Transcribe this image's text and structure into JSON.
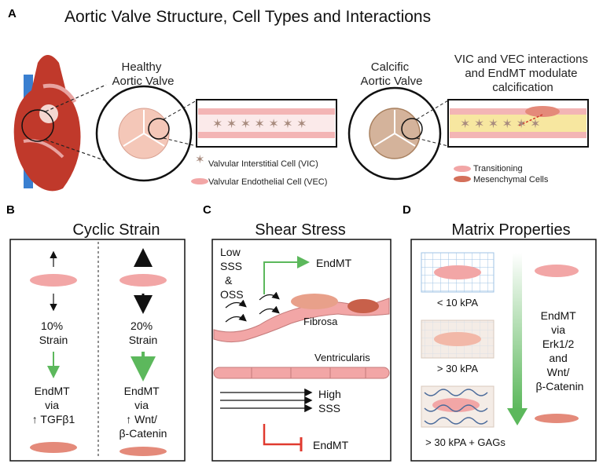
{
  "panelA": {
    "letter": "A",
    "title": "Aortic Valve Structure, Cell Types and Interactions",
    "healthy_label": [
      "Healthy",
      "Aortic Valve"
    ],
    "calcific_label": [
      "Calcific",
      "Aortic Valve"
    ],
    "interactions_label": [
      "VIC and VEC interactions",
      "and EndMT modulate",
      "calcification"
    ],
    "legend_vic": "Valvular Interstitial Cell (VIC)",
    "legend_vec": "Valvular Endothelial Cell (VEC)",
    "legend_transitioning": [
      "Transitioning",
      "Mesenchymal Cells"
    ]
  },
  "panelB": {
    "letter": "B",
    "title": "Cyclic Strain",
    "left_strain": [
      "10%",
      "Strain"
    ],
    "left_result": [
      "EndMT",
      "via",
      "↑  TGFβ1"
    ],
    "right_strain": [
      "20%",
      "Strain"
    ],
    "right_result": [
      "EndMT",
      "via",
      "↑  Wnt/",
      "β-Catenin"
    ]
  },
  "panelC": {
    "letter": "C",
    "title": "Shear Stress",
    "low_label": [
      "Low",
      "SSS",
      "&",
      "OSS"
    ],
    "endmt_top": "EndMT",
    "fibrosa": "Fibrosa",
    "ventricularis": "Ventricularis",
    "high_label": [
      "High",
      "SSS"
    ],
    "endmt_bottom": "EndMT"
  },
  "panelD": {
    "letter": "D",
    "title": "Matrix Properties",
    "stiff1": "< 10 kPA",
    "stiff2": "> 30 kPA",
    "stiff3": "> 30 kPA + GAGs",
    "result": [
      "EndMT",
      "via",
      "Erk1/2",
      "and",
      "Wnt/",
      "β-Catenin"
    ]
  },
  "colors": {
    "green": "#5cb85c",
    "red": "#e03a2f",
    "cell_pink": "#f2a6a6",
    "vic_brown": "#a88b7e"
  }
}
